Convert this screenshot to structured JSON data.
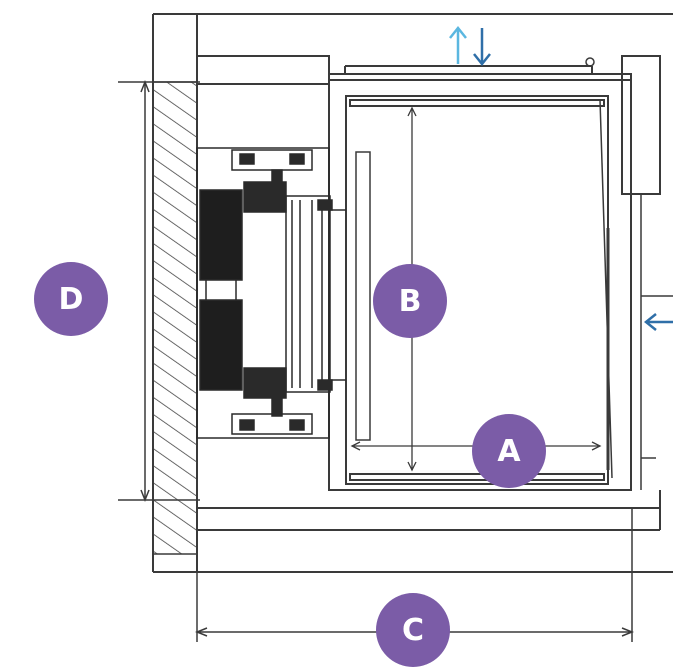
{
  "diagram": {
    "labels": {
      "a": "A",
      "b": "B",
      "c": "C",
      "d": "D"
    },
    "colors": {
      "badge": "#7b5ca7",
      "line": "#3a3a3a",
      "arrow_blue": "#5bb7e0",
      "arrow_dark": "#2f6fa8",
      "hatch": "#444444"
    }
  }
}
